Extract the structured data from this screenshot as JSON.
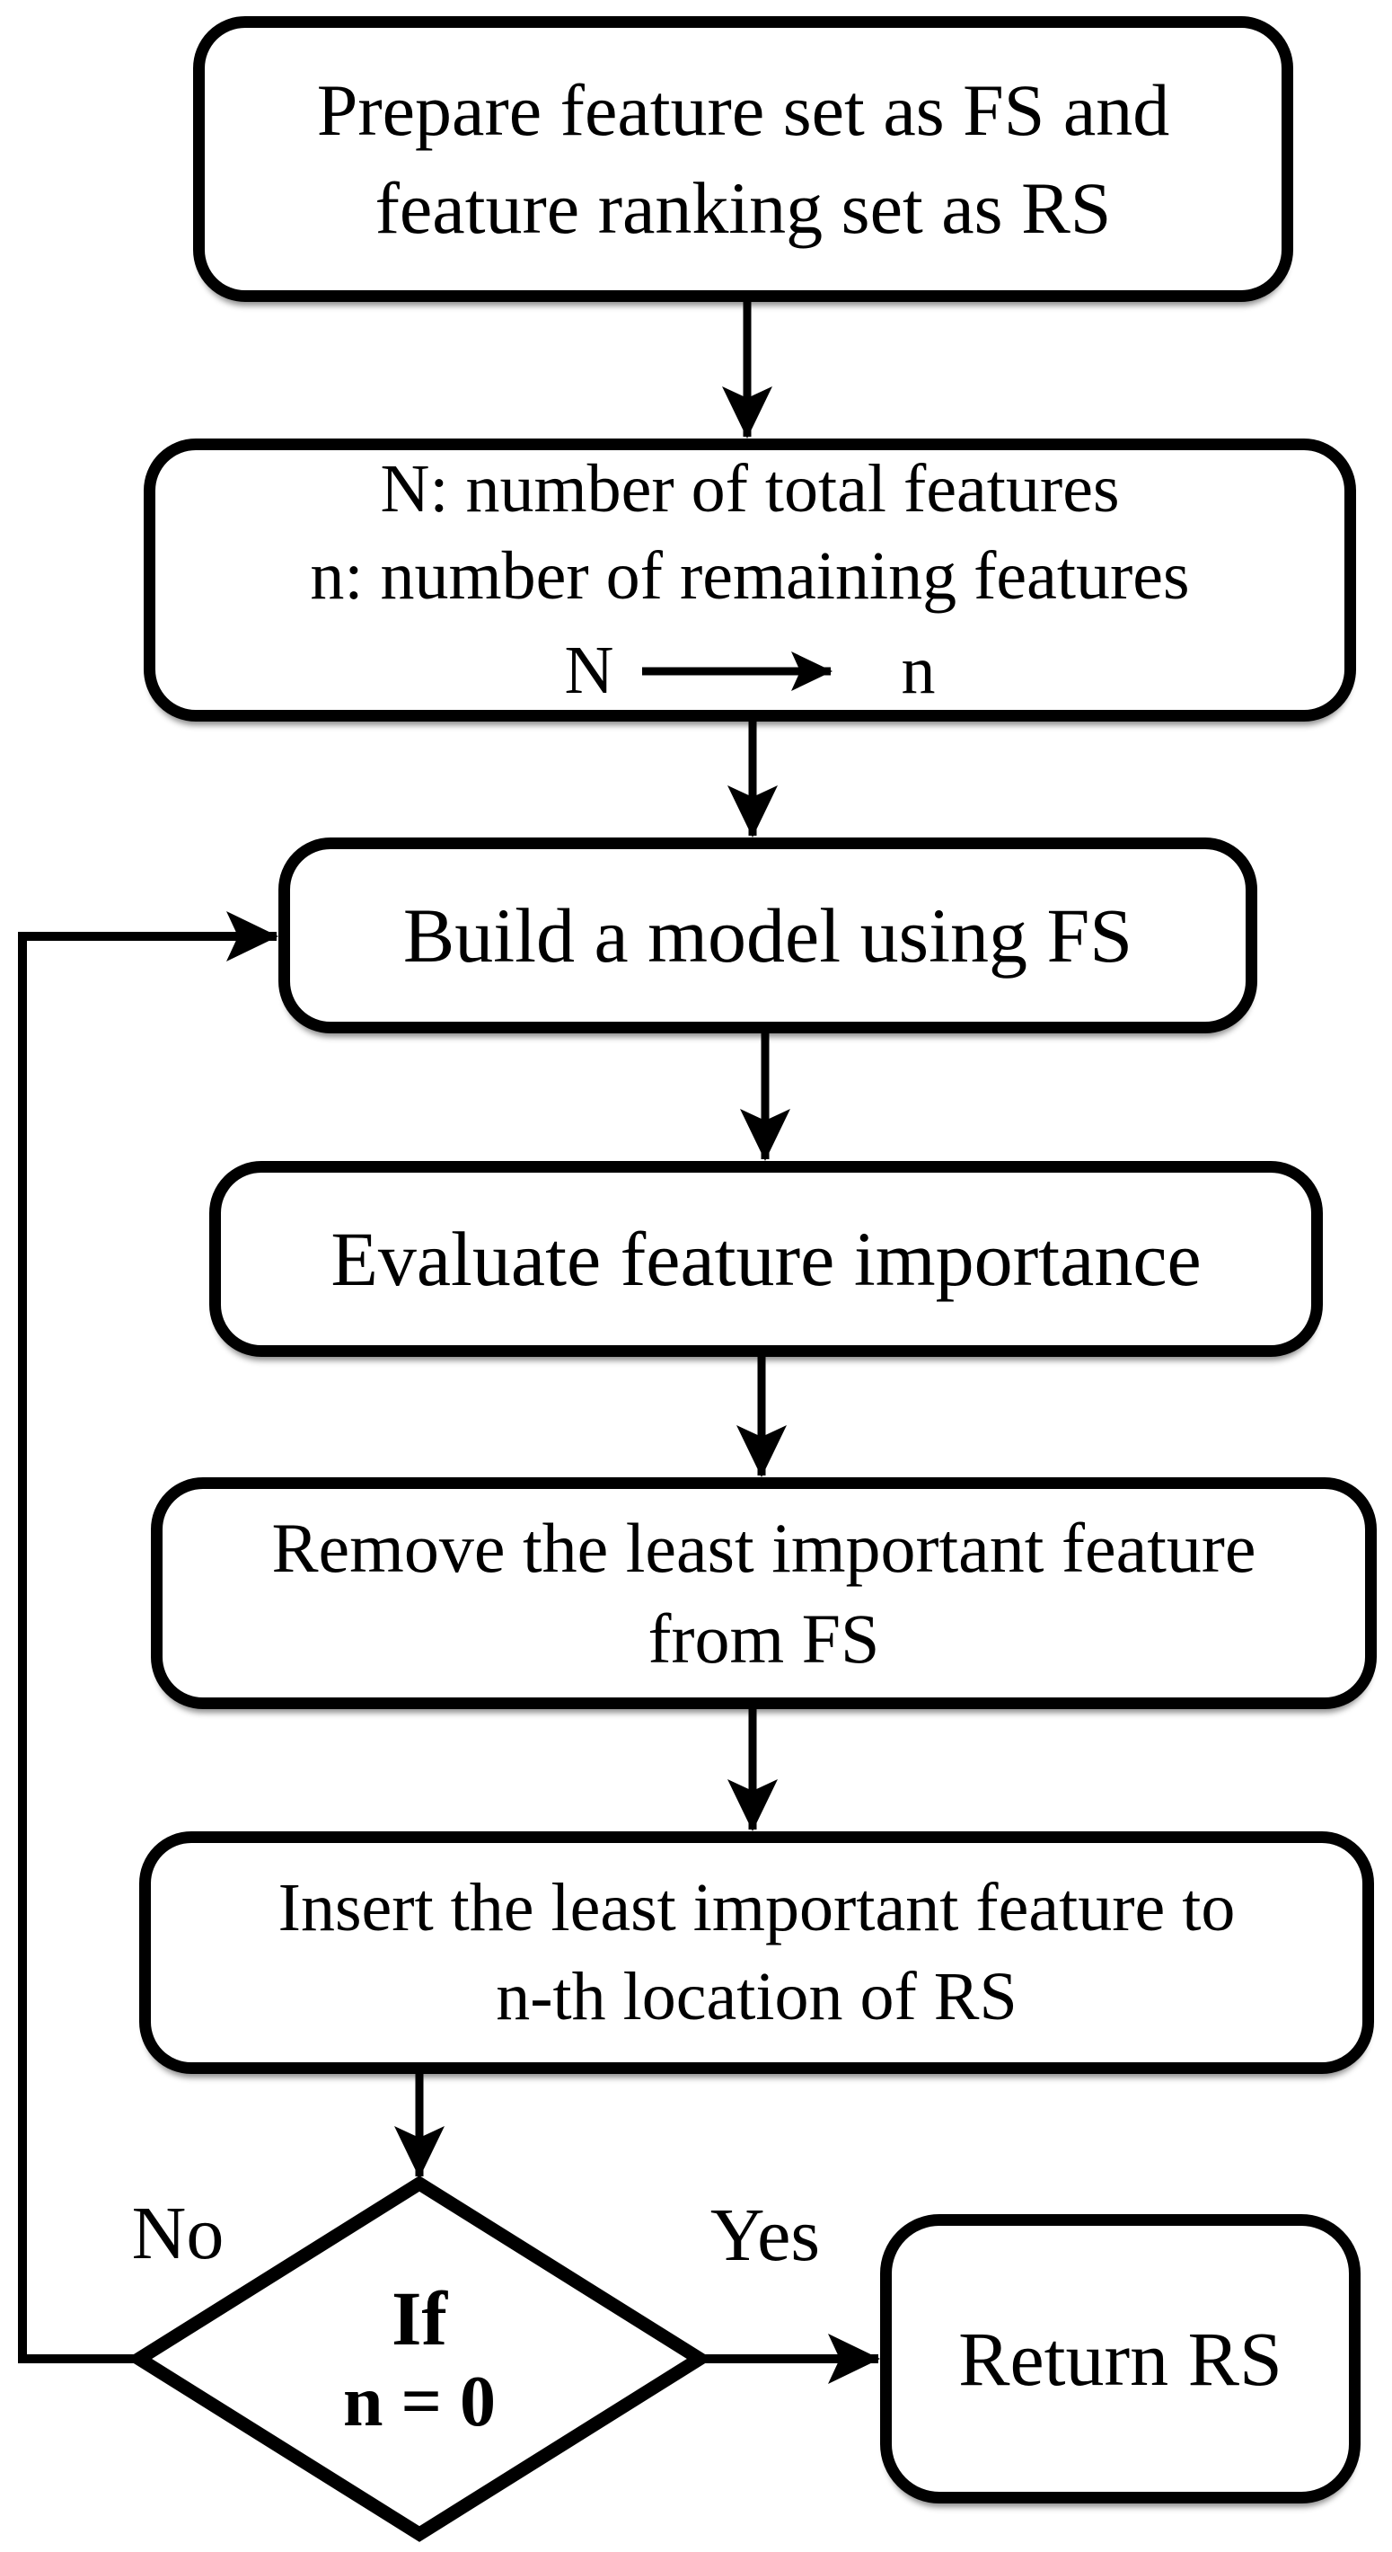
{
  "diagram": {
    "background": "#ffffff",
    "stroke_color": "#000000",
    "nodes": {
      "prepare": {
        "lines": [
          "Prepare feature set as FS and",
          "feature ranking set as RS"
        ]
      },
      "init": {
        "lines": [
          "N: number of total features",
          "n: number of remaining features"
        ],
        "assign_from": "N",
        "assign_to": "n"
      },
      "build": {
        "lines": [
          "Build a model using FS"
        ]
      },
      "evaluate": {
        "lines": [
          "Evaluate feature importance"
        ]
      },
      "remove": {
        "lines": [
          "Remove the least important feature",
          "from FS"
        ]
      },
      "insert": {
        "lines": [
          "Insert the least important feature to",
          "n-th location of RS"
        ]
      },
      "decision": {
        "lines": [
          "If",
          "n = 0"
        ]
      },
      "return": {
        "lines": [
          "Return RS"
        ]
      }
    },
    "edge_labels": {
      "no": "No",
      "yes": "Yes"
    }
  }
}
